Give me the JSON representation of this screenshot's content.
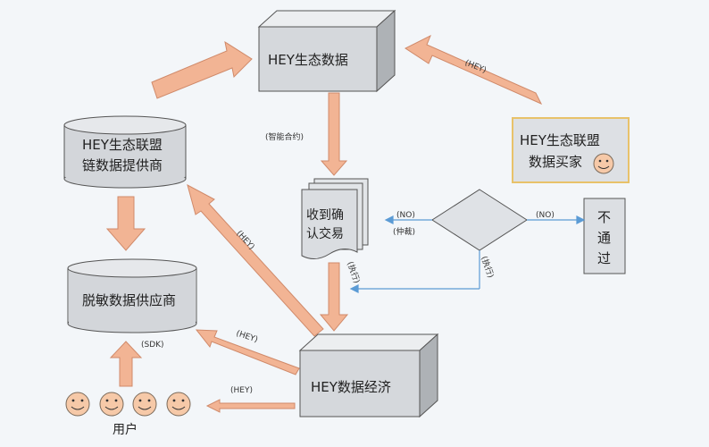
{
  "nodes": {
    "eco_data": "HEY生态数据",
    "alliance_provider_l1": "HEY生态联盟",
    "alliance_provider_l2": "链数据提供商",
    "alliance_buyer_l1": "HEY生态联盟",
    "alliance_buyer_l2": "数据买家",
    "confirm_l1": "收到确",
    "confirm_l2": "认交易",
    "reject_c1": "不",
    "reject_c2": "通",
    "reject_c3": "过",
    "desensitized": "脱敏数据供应商",
    "economy": "HEY数据经济",
    "users": "用户"
  },
  "edges": {
    "hey_top_right": "(HEY)",
    "smart_contract": "(智能合约)",
    "no_left": "(NO)",
    "arbitration": "(仲裁)",
    "no_right": "(NO)",
    "execute_left": "(执行)",
    "execute_right": "(执行)",
    "hey_diag": "(HEY)",
    "hey_mid": "(HEY)",
    "sdk": "(SDK)",
    "hey_bottom": "(HEY)"
  },
  "colors": {
    "arrow_fill": "#f2b494",
    "arrow_stroke": "#d08a6a",
    "box_face": "#d5d8dc",
    "box_top": "#e8eaec",
    "box_side": "#b3b7bb",
    "buyer_fill": "#dde0e4",
    "buyer_border": "#e8c26a",
    "smiley_fill": "#f6c9a8",
    "line_blue": "#5b9bd5"
  }
}
